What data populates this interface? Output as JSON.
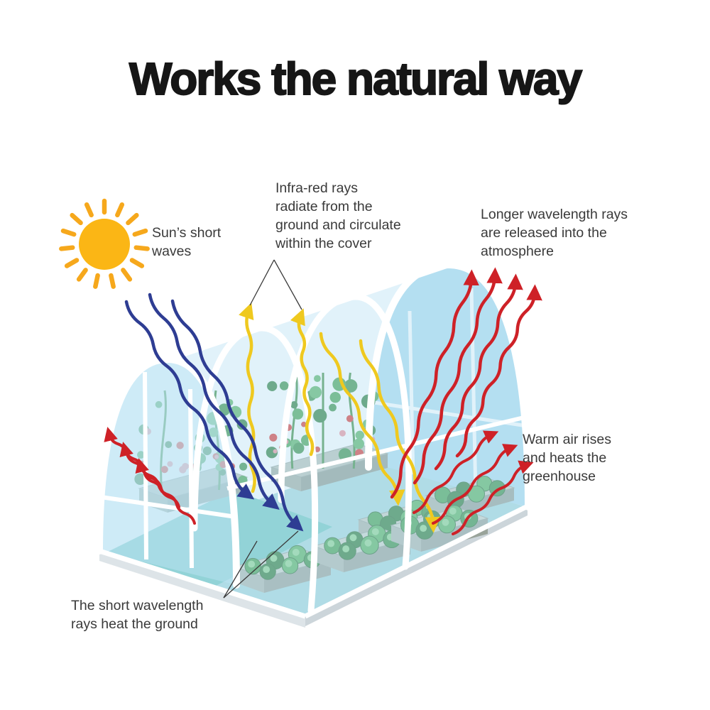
{
  "title": "Works the natural way",
  "labels": {
    "sun_waves": {
      "lines": [
        "Sun’s short",
        "waves"
      ]
    },
    "infrared": {
      "lines": [
        "Infra-red rays",
        "radiate from the",
        "ground and circulate",
        "within the cover"
      ]
    },
    "longer_wavelength": {
      "lines": [
        "Longer wavelength rays",
        "are released into the",
        "atmosphere"
      ]
    },
    "warm_air": {
      "lines": [
        "Warm air rises",
        "and heats the",
        "greenhouse"
      ]
    },
    "short_wavelength": {
      "lines": [
        "The short wavelength",
        "rays heat the ground"
      ]
    }
  },
  "colors": {
    "title_text": "#161616",
    "label_text": "#3A3A3A",
    "sun": "#FBB615",
    "sun_ray": "#F6A81C",
    "short_wave_arrow": "#2E3D93",
    "infrared_arrow": "#EFC91F",
    "longwave_arrow": "#CE2127",
    "glass": "#BCE3F4",
    "frame": "#FFFFFF",
    "floor": "#6FC6BF"
  },
  "icons": [
    "sun-icon"
  ]
}
